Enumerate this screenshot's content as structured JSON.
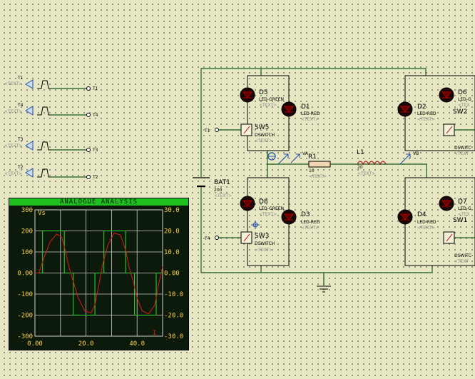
{
  "generators": [
    {
      "label": "T1",
      "text": "<TEXT>",
      "terminal": "T1"
    },
    {
      "label": "T4",
      "text": "<TEXT>",
      "terminal": "T4"
    },
    {
      "label": "T3",
      "text": "<TEXT>",
      "terminal": "T3"
    },
    {
      "label": "T2",
      "text": "<TEXT>",
      "terminal": "T2"
    }
  ],
  "components": {
    "d5": {
      "name": "D5",
      "type": "LED-GREEN",
      "text": "<TEXT>"
    },
    "d1": {
      "name": "D1",
      "type": "LED-RED",
      "text": "<TEXT>"
    },
    "sw5": {
      "name": "SW5",
      "type": "DSWITCH",
      "text": "<TEXT>",
      "terminal": "T1"
    },
    "d8": {
      "name": "D8",
      "type": "LED-GREEN",
      "text": "<TEXT>"
    },
    "d3": {
      "name": "D3",
      "type": "LED-RED",
      "text": "<TEXT>"
    },
    "sw3": {
      "name": "SW3",
      "type": "DSWITCH",
      "text": "<TEXT>",
      "terminal": "T4"
    },
    "d2": {
      "name": "D2",
      "type": "LED-RED",
      "text": "<TEXT>"
    },
    "d6": {
      "name": "D6",
      "type": "LED-G",
      "text": "<TEX"
    },
    "sw2": {
      "name": "SW2",
      "type": "DSWITC",
      "text": "<TEXT"
    },
    "d4": {
      "name": "D4",
      "type": "LED-RED",
      "text": "<TEXT>"
    },
    "d7": {
      "name": "D7",
      "type": "LED-G",
      "text": "<TEX"
    },
    "sw1": {
      "name": "SW1",
      "type": "DSWITC",
      "text": "<TEXT"
    },
    "bat1": {
      "name": "BAT1",
      "value": "200",
      "text": "<TEXT>"
    },
    "r1": {
      "name": "R1",
      "value": "10",
      "text": "<TEXT>"
    },
    "l1": {
      "name": "L1",
      "value": "20",
      "text": "<TEXT>"
    },
    "probe_va": {
      "name": "VA"
    },
    "probe_vb": {
      "name": "VB"
    }
  },
  "graph": {
    "title": "ANALOGUE ANALYSIS",
    "trace_label": "Vs",
    "marker": "I",
    "colors": {
      "background": "#0b1a0b",
      "title_bar": "#1fbf1f",
      "labels": "#ffd24a",
      "trace1": "#e01818",
      "trace2": "#2ce02c"
    },
    "left_ticks": [
      "300",
      "200",
      "100",
      "0.00",
      "-100",
      "-200",
      "-300"
    ],
    "right_ticks": [
      "30.0",
      "20.0",
      "10.0",
      "0.00",
      "-10.0",
      "-20.0",
      "-30.0"
    ],
    "x_ticks": [
      "0.00",
      "20.0",
      "40.0"
    ]
  },
  "chart_data": {
    "type": "line",
    "xlim": [
      0,
      50
    ],
    "ylim": [
      -300,
      300
    ],
    "y2lim": [
      -30,
      30
    ],
    "grid": true,
    "series": [
      {
        "color": "#2ce02c",
        "axis": "left",
        "x": [
          0,
          3,
          3,
          11.5,
          11.5,
          15,
          15,
          23.5,
          23.5,
          27,
          27,
          35.5,
          35.5,
          39,
          39,
          47.5,
          47.5,
          50
        ],
        "y": [
          0,
          0,
          200,
          200,
          0,
          0,
          -200,
          -200,
          0,
          0,
          200,
          200,
          0,
          0,
          -200,
          -200,
          0,
          0
        ]
      },
      {
        "color": "#e01818",
        "axis": "right",
        "x": [
          0,
          1.5,
          3.5,
          6,
          8.5,
          10.5,
          12,
          13.5,
          15,
          17,
          19.5,
          22,
          23.5,
          25,
          26.5,
          28.5,
          31,
          33.5,
          35.5,
          37,
          38.5,
          40,
          42,
          44.5,
          47,
          48.5,
          50
        ],
        "y": [
          0,
          0,
          7,
          15,
          18.5,
          17,
          10,
          2,
          -4,
          -12,
          -18,
          -19,
          -15,
          -6,
          4,
          13,
          19,
          18,
          11,
          2,
          -4,
          -12,
          -18,
          -19.5,
          -15,
          -5,
          3
        ]
      }
    ]
  }
}
